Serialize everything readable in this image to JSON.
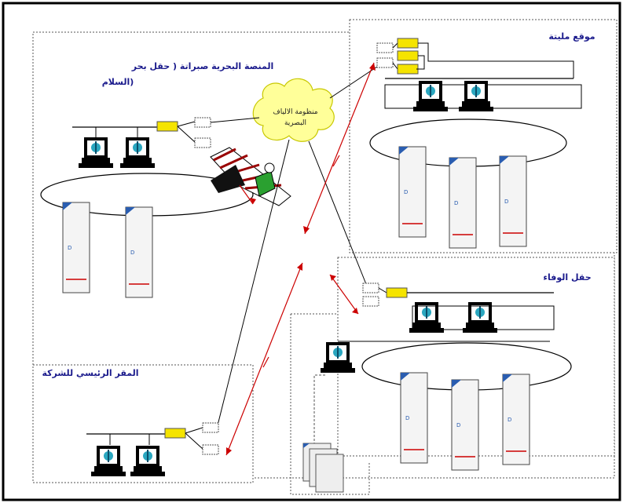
{
  "labels": {
    "offshore_line1": "المنصة البحرية صبراتة ( حقل بحر",
    "offshore_line2": "السلام)",
    "mellitah": "موقع مليتة",
    "wafa": "حقل الوفاء",
    "hq": "المقر الرئيسي للشركة",
    "cloud_line1": "منظومة الالياف",
    "cloud_line2": "البصرية"
  },
  "colors": {
    "border": "#000000",
    "dashed": "#555555",
    "link": "#cc0000",
    "modem": "#f5e400",
    "cloud": "#ffff99",
    "label": "#1a1a8c",
    "server_mark": "#2a5db0"
  }
}
